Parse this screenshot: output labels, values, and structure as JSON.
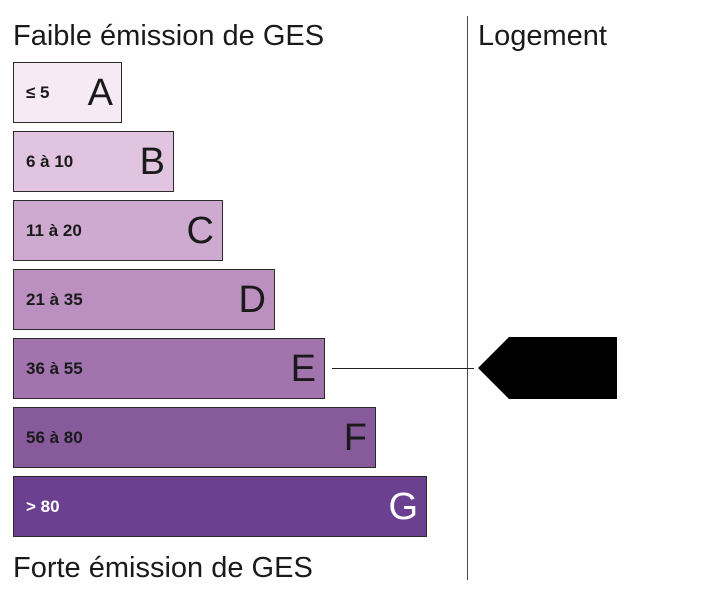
{
  "title_top": "Faible émission de GES",
  "title_bottom": "Forte émission de GES",
  "column_header": "Logement",
  "bands": [
    {
      "letter": "A",
      "range": "≤ 5",
      "color": "#f6eaf4",
      "text_color": "#1a1a1a"
    },
    {
      "letter": "B",
      "range": "6 à 10",
      "color": "#e0c4e0",
      "text_color": "#1a1a1a"
    },
    {
      "letter": "C",
      "range": "11 à 20",
      "color": "#cfaad0",
      "text_color": "#1a1a1a"
    },
    {
      "letter": "D",
      "range": "21 à 35",
      "color": "#bb90c0",
      "text_color": "#1a1a1a"
    },
    {
      "letter": "E",
      "range": "36 à 55",
      "color": "#a174ae",
      "text_color": "#1a1a1a"
    },
    {
      "letter": "F",
      "range": "56 à 80",
      "color": "#875a9c",
      "text_color": "#1a1a1a"
    },
    {
      "letter": "G",
      "range": "> 80",
      "color": "#6c4090",
      "text_color": "#ffffff"
    }
  ],
  "current_class": "E",
  "indicator_color": "#000000"
}
